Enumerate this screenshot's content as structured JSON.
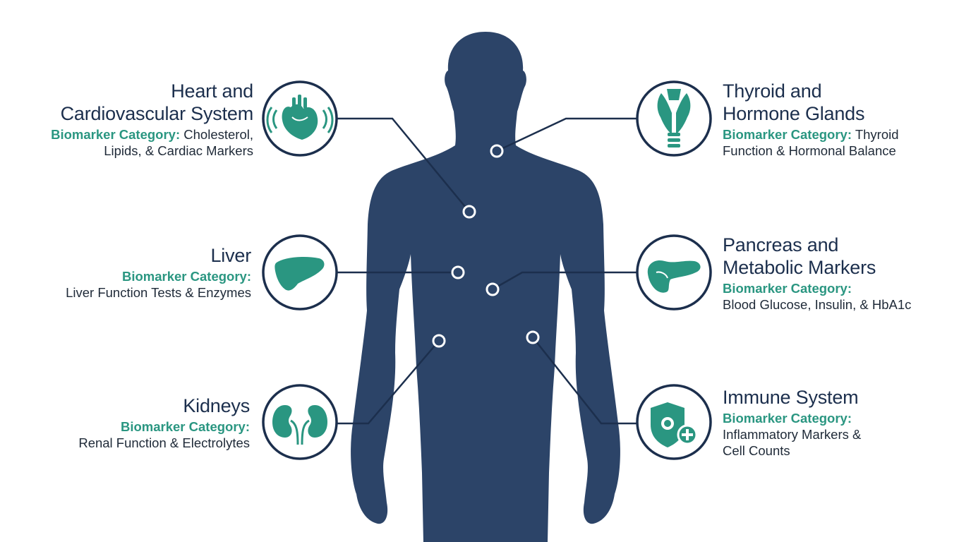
{
  "colors": {
    "body": "#2c4468",
    "teal": "#2a9681",
    "navy": "#1c2f4d",
    "line": "#1c2f4d"
  },
  "labels": {
    "heart": {
      "title_line1": "Heart and",
      "title_line2": "Cardiovascular System",
      "category_key": "Biomarker Category:",
      "category_text1": " Cholesterol,",
      "category_text2": "Lipids, & Cardiac Markers",
      "icon": "heart-icon"
    },
    "liver": {
      "title": "Liver",
      "category_key": "Biomarker Category:",
      "category_text": "Liver Function Tests & Enzymes",
      "icon": "liver-icon"
    },
    "kidneys": {
      "title": "Kidneys",
      "category_key": "Biomarker Category:",
      "category_text": "Renal Function & Electrolytes",
      "icon": "kidneys-icon"
    },
    "thyroid": {
      "title_line1": "Thyroid and",
      "title_line2": "Hormone Glands",
      "category_key": "Biomarker Category:",
      "category_text1": " Thyroid",
      "category_text2": "Function & Hormonal Balance",
      "icon": "thyroid-icon"
    },
    "pancreas": {
      "title_line1": "Pancreas and",
      "title_line2": "Metabolic Markers",
      "category_key": "Biomarker Category:",
      "category_text": "Blood Glucose, Insulin, & HbA1c",
      "icon": "pancreas-icon"
    },
    "immune": {
      "title": "Immune System",
      "category_key": "Biomarker Category:",
      "category_text1": "Inflammatory Markers &",
      "category_text2": "Cell Counts",
      "icon": "immune-shield-icon"
    }
  }
}
